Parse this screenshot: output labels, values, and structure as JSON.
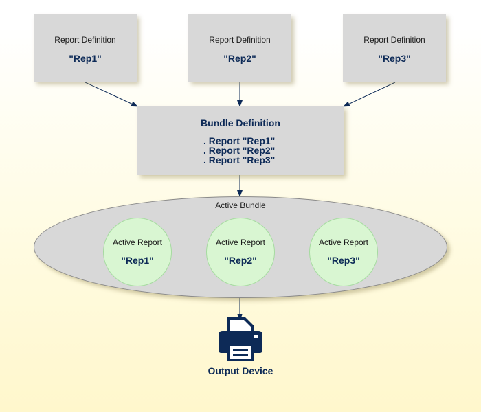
{
  "report_definitions": [
    {
      "heading": "Report Definition",
      "name": "\"Rep1\""
    },
    {
      "heading": "Report Definition",
      "name": "\"Rep2\""
    },
    {
      "heading": "Report Definition",
      "name": "\"Rep3\""
    }
  ],
  "bundle_definition": {
    "title": "Bundle Definition",
    "items": [
      ". Report \"Rep1\"",
      ". Report \"Rep2\"",
      ". Report \"Rep3\""
    ]
  },
  "active_bundle": {
    "label": "Active Bundle",
    "reports": [
      {
        "heading": "Active Report",
        "name": "\"Rep1\""
      },
      {
        "heading": "Active Report",
        "name": "\"Rep2\""
      },
      {
        "heading": "Active Report",
        "name": "\"Rep3\""
      }
    ]
  },
  "output_device": {
    "label": "Output Device",
    "icon": "printer-icon"
  },
  "colors": {
    "box_fill": "#d8d8d8",
    "active_report_fill": "#d9f6d2",
    "text_accent": "#0d2a57",
    "arrow": "#0d2a57"
  }
}
